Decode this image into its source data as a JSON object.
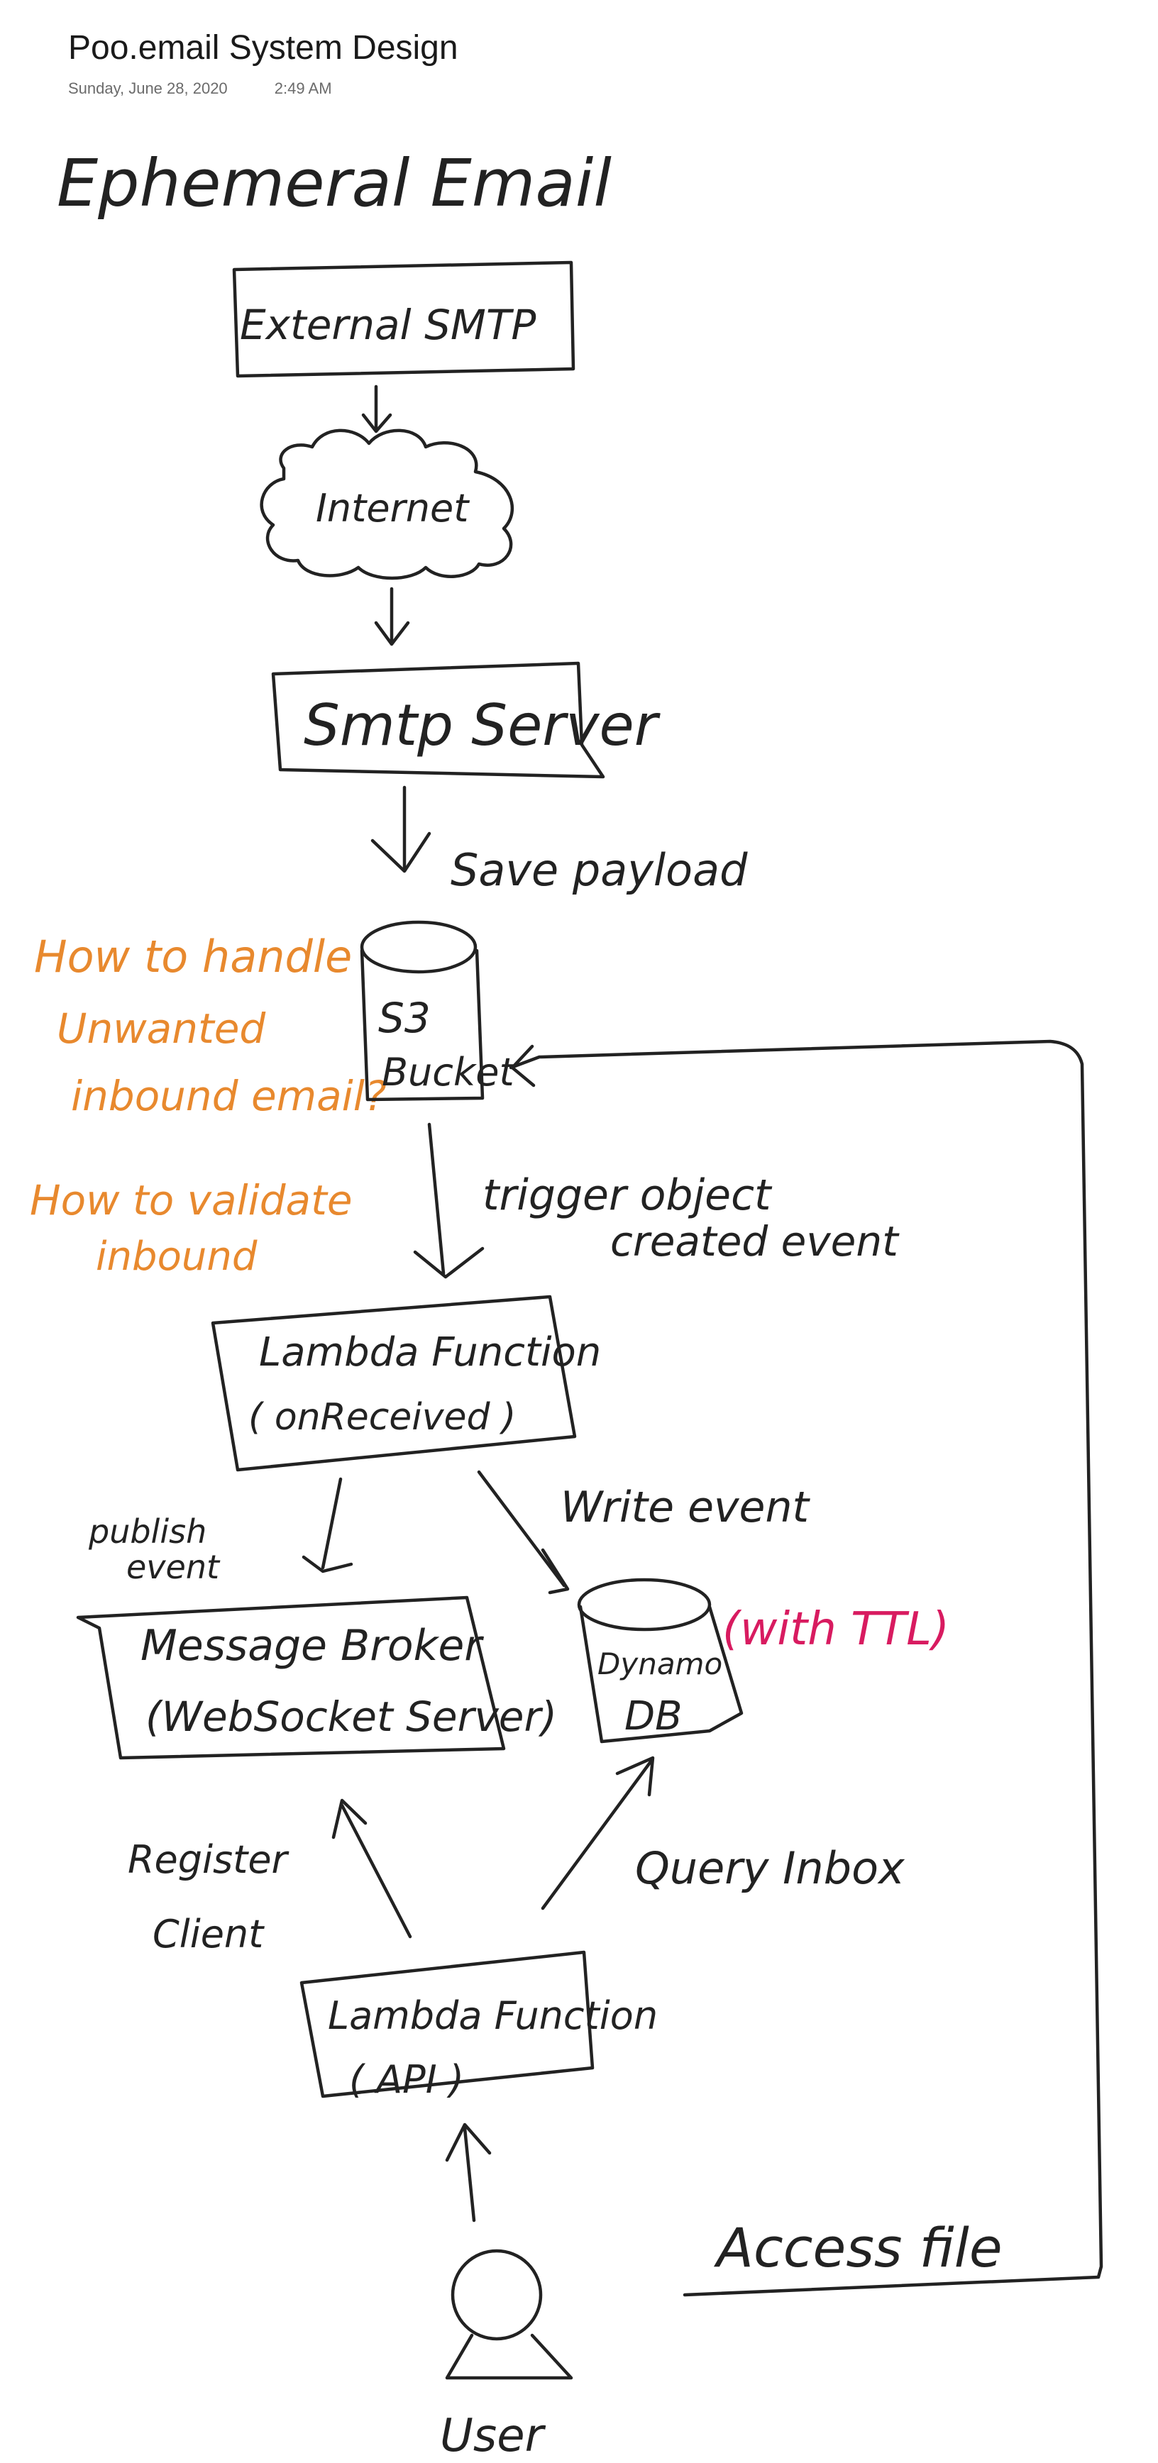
{
  "header": {
    "title": "Poo.email System Design",
    "date": "Sunday, June 28, 2020",
    "time": "2:49 AM"
  },
  "diagram": {
    "heading": "Ephemeral Email",
    "nodes": {
      "external_smtp": "External SMTP",
      "internet": "Internet",
      "smtp_server": "Smtp Server",
      "s3_line1": "S3",
      "s3_line2": "Bucket",
      "lambda_received_line1": "Lambda Function",
      "lambda_received_line2": "( onReceived )",
      "broker_line1": "Message Broker",
      "broker_line2": "(WebSocket Server)",
      "dynamo_line1": "Dynamo",
      "dynamo_line2": "DB",
      "lambda_api_line1": "Lambda Function",
      "lambda_api_line2": "( API )",
      "user": "User"
    },
    "edges": {
      "save_payload": "Save payload",
      "trigger_line1": "trigger object",
      "trigger_line2": "created event",
      "publish_line1": "publish",
      "publish_line2": "event",
      "write_event": "Write event",
      "register_line1": "Register",
      "register_line2": "Client",
      "query_inbox": "Query Inbox",
      "access_file": "Access file"
    },
    "notes": {
      "q1_line1": "How to handle",
      "q1_line2": "Unwanted",
      "q1_line3": "inbound email?",
      "q2_line1": "How to validate",
      "q2_line2": "inbound",
      "with_ttl": "(with TTL)"
    },
    "colors": {
      "ink": "#222222",
      "orange": "#e8892e",
      "pink": "#d81b60"
    }
  }
}
